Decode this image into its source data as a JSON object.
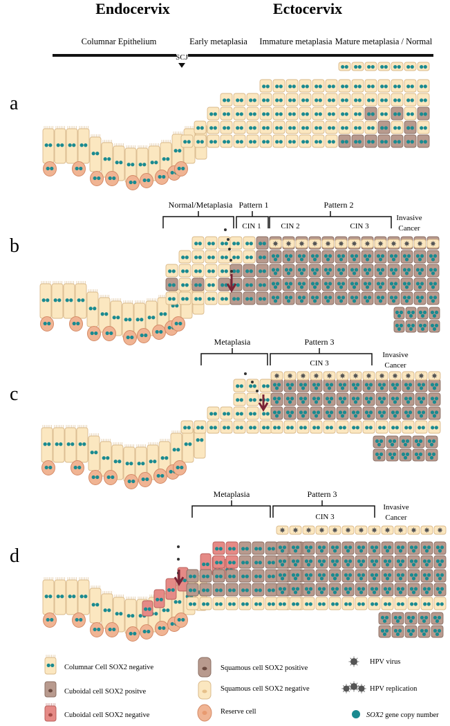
{
  "header": {
    "left_title": "Endocervix",
    "right_title": "Ectocervix",
    "zones": [
      "Columnar Epithelium",
      "Early metaplasia",
      "Immature metaplasia",
      "Mature metaplasia / Normal"
    ],
    "scj": "SCJ"
  },
  "panels": {
    "a": {
      "letter": "a"
    },
    "b": {
      "letter": "b",
      "labels": {
        "normal_meta": "Normal/Metaplasia",
        "pattern1": "Pattern 1",
        "pattern2": "Pattern 2",
        "cin1": "CIN 1",
        "cin2": "CIN 2",
        "cin3": "CIN 3",
        "invasive1": "Invasive",
        "invasive2": "Cancer"
      }
    },
    "c": {
      "letter": "c",
      "labels": {
        "metaplasia": "Metaplasia",
        "pattern3": "Pattern 3",
        "cin3": "CIN 3",
        "invasive1": "Invasive",
        "invasive2": "Cancer"
      }
    },
    "d": {
      "letter": "d",
      "labels": {
        "metaplasia": "Metaplasia",
        "pattern3": "Pattern 3",
        "cin3": "CIN 3",
        "invasive1": "Invasive",
        "invasive2": "Cancer"
      }
    }
  },
  "legend": {
    "columnar": "Columnar Cell SOX2  negative",
    "cuboidal_pos": "Cuboidal cell SOX2 positve",
    "cuboidal_neg": "Cuboidal cell SOX2 negative",
    "squamous_pos": "Squamous cell SOX2 positive",
    "squamous_neg": "Squamous cell SOX2 negative",
    "reserve": "Reserve cell",
    "hpv_virus": "HPV virus",
    "hpv_replication": "HPV replication",
    "sox2_italic": "SOX2",
    "sox2_rest": " gene copy number"
  },
  "colors": {
    "cream": "#fbe7c0",
    "cream_stroke": "#d9b98a",
    "brown": "#b89a8e",
    "brown_stroke": "#8a6e63",
    "pink": "#e58a86",
    "pink_stroke": "#b85f5b",
    "reserve": "#f0b493",
    "reserve_stroke": "#d48a66",
    "teal": "#1a8a90",
    "arrow": "#7a2335",
    "virus": "#555555"
  }
}
